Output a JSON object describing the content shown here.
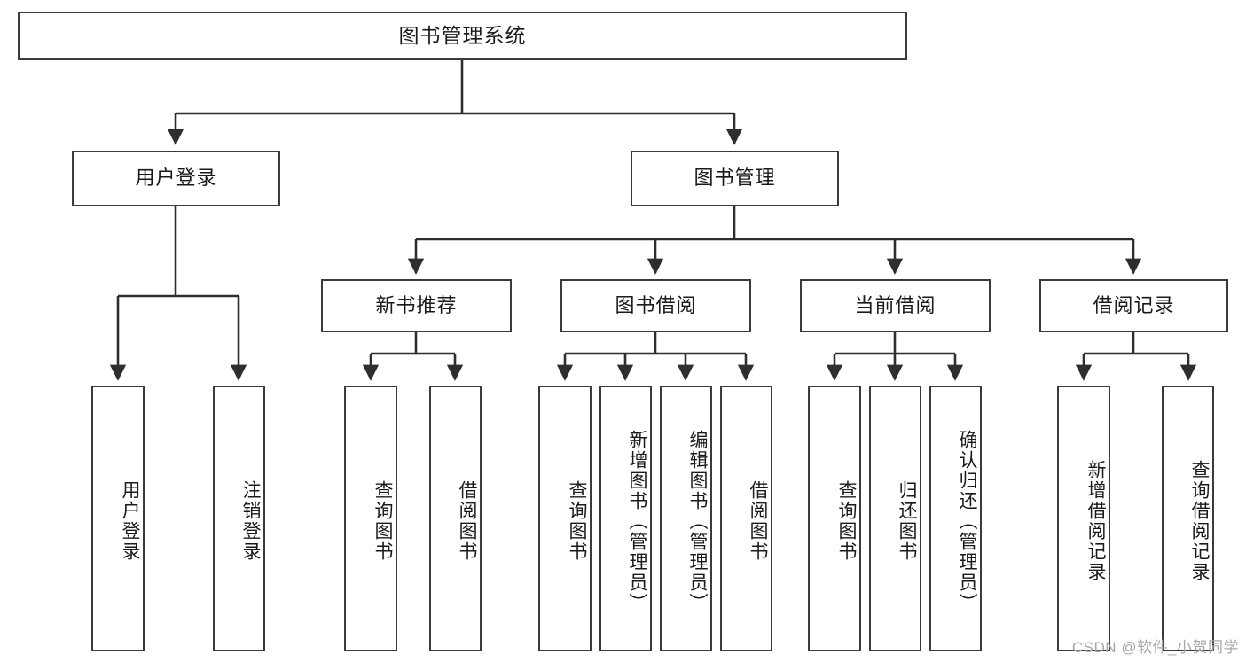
{
  "diagram": {
    "title": "图书管理系统",
    "type": "hierarchy-tree",
    "colors": {
      "box_border": "#3b3b3b",
      "box_fill": "#ffffff",
      "connector": "#2e2e2e",
      "text": "#1a1a1a",
      "watermark": "#a8a8a8"
    }
  },
  "root": {
    "label": "图书管理系统"
  },
  "level1": [
    {
      "label": "用户登录"
    },
    {
      "label": "图书管理"
    }
  ],
  "level2": [
    {
      "label": "新书推荐"
    },
    {
      "label": "图书借阅"
    },
    {
      "label": "当前借阅"
    },
    {
      "label": "借阅记录"
    }
  ],
  "leaves": {
    "user_login": [
      {
        "label": "用户登录"
      },
      {
        "label": "注销登录"
      }
    ],
    "new_book_recommend": [
      {
        "label": "查询图书"
      },
      {
        "label": "借阅图书"
      }
    ],
    "book_borrow": [
      {
        "label": "查询图书"
      },
      {
        "label": "新增图书（管理员）"
      },
      {
        "label": "编辑图书（管理员）"
      },
      {
        "label": "借阅图书"
      }
    ],
    "current_borrow": [
      {
        "label": "查询图书"
      },
      {
        "label": "归还图书"
      },
      {
        "label": "确认归还（管理员）"
      }
    ],
    "borrow_record": [
      {
        "label": "新增借阅记录"
      },
      {
        "label": "查询借阅记录"
      }
    ]
  },
  "watermark": {
    "text": "CSDN @软件_小贺同学"
  }
}
